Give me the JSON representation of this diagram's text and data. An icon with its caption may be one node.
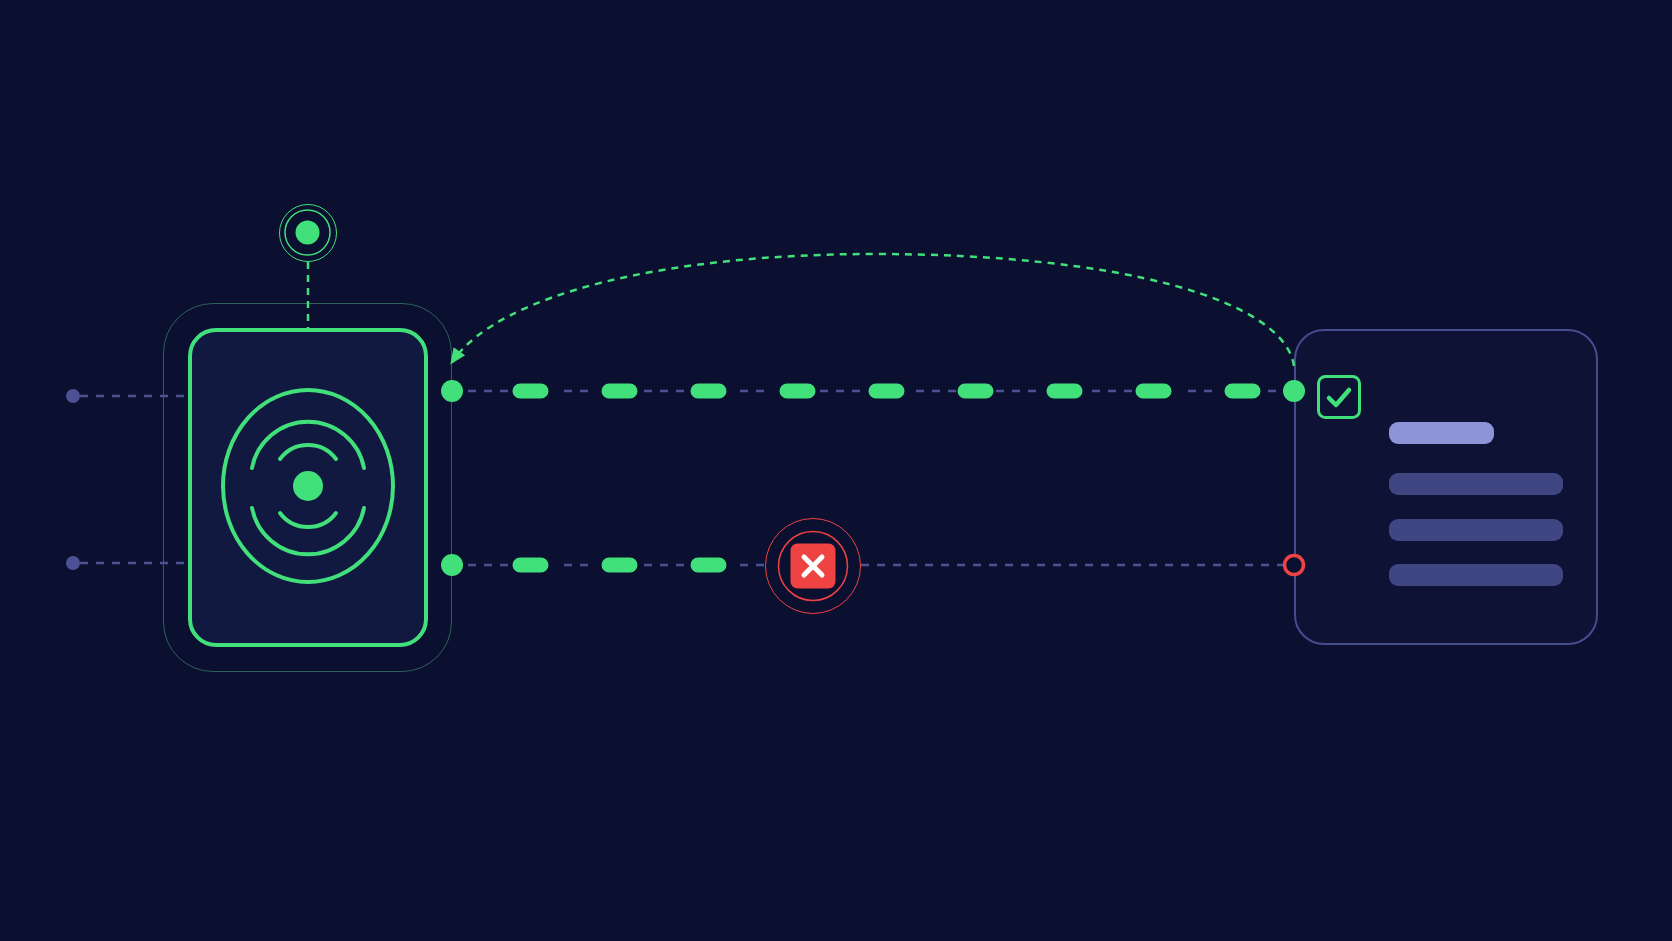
{
  "diagram": {
    "nodes": [
      {
        "text": [],
        "shape": "circle"
      },
      {
        "text": [],
        "shape": "circle"
      },
      {
        "text": [],
        "shape": "circle"
      },
      {
        "text": [],
        "shape": "box"
      },
      {
        "text": [],
        "shape": "box",
        "in": 3
      },
      {
        "text": [],
        "shape": "circle"
      },
      {
        "text": [],
        "shape": "box"
      }
    ],
    "edges": [
      {
        "from": 0,
        "to": 4,
        "arrow": "none",
        "style": "dashed",
        "color": "#41e07b"
      },
      {
        "from": 1,
        "to": 4,
        "arrow": "none",
        "style": "dashed",
        "color": "#4b5192"
      },
      {
        "from": 2,
        "to": 4,
        "arrow": "none",
        "style": "dashed",
        "color": "#4b5192"
      },
      {
        "from": 3,
        "to": 6,
        "arrow": "other",
        "style": "dashed",
        "color": "#4b5192"
      },
      {
        "from": 3,
        "to": 5,
        "arrow": "other",
        "style": "dashed",
        "color": "#4b5192"
      },
      {
        "from": 5,
        "to": 6,
        "arrow": "other",
        "style": "dashed",
        "color": "#4b5192"
      },
      {
        "from": 6,
        "to": 3,
        "arrow": "to",
        "style": "dashed",
        "color": "#41e07b"
      }
    ]
  }
}
